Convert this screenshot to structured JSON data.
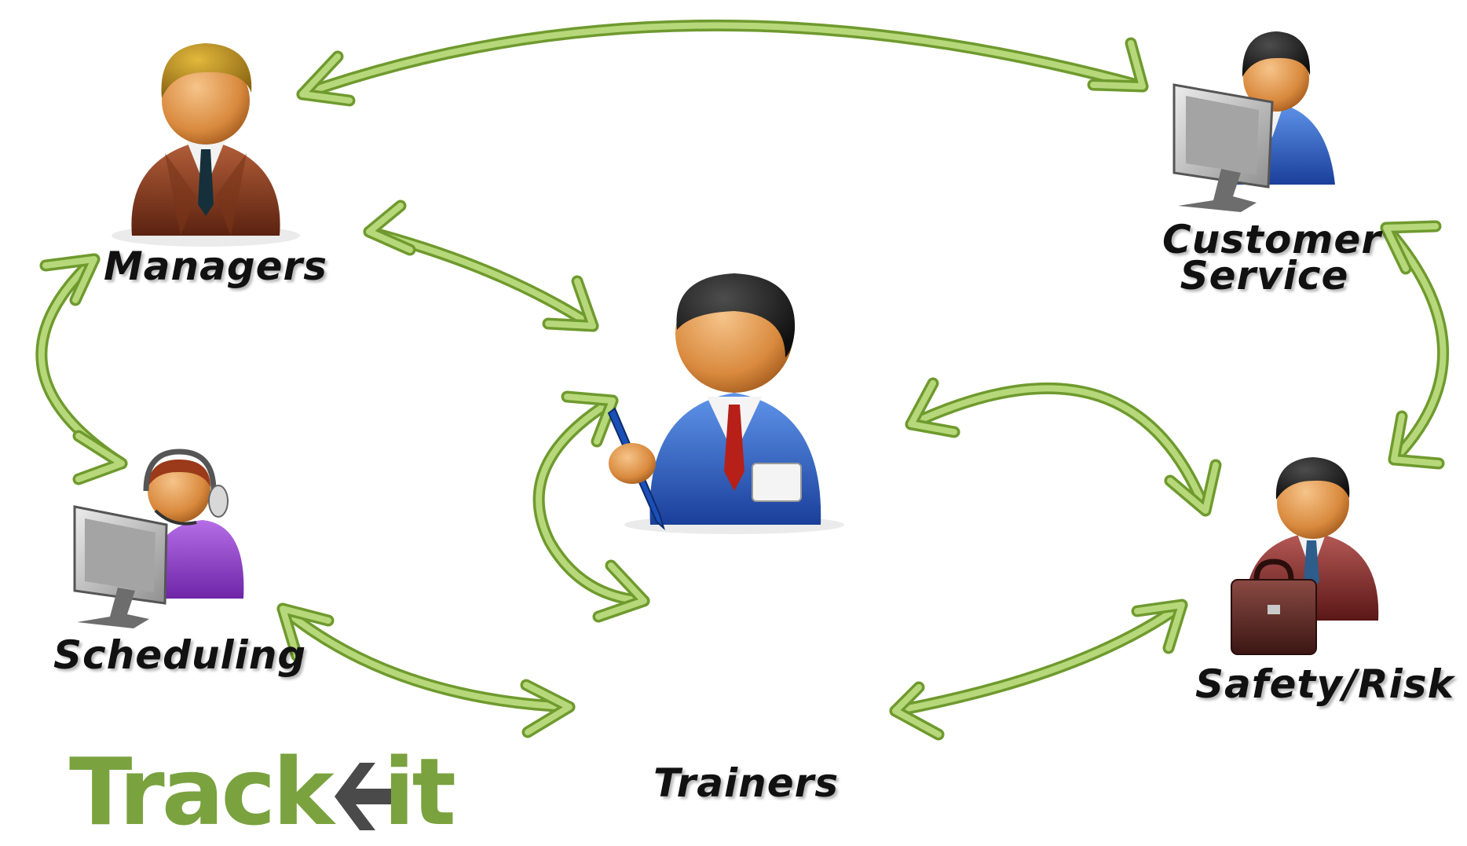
{
  "roles": {
    "managers": "Managers",
    "customer_service_line1": "Customer",
    "customer_service_line2": "Service",
    "scheduling": "Scheduling",
    "trainers": "Trainers",
    "safety_risk": "Safety/Risk"
  },
  "logo": {
    "part1": "Track",
    "part2": "it"
  },
  "colors": {
    "arrow_fill": "#b6d87a",
    "arrow_stroke": "#6f9a2e",
    "logo_green": "#7aa23f",
    "logo_gray": "#4a4a4a"
  },
  "icons": [
    "manager-person-icon",
    "customer-service-computer-icon",
    "central-employee-badge-icon",
    "scheduling-headset-icon",
    "safety-risk-briefcase-icon"
  ]
}
